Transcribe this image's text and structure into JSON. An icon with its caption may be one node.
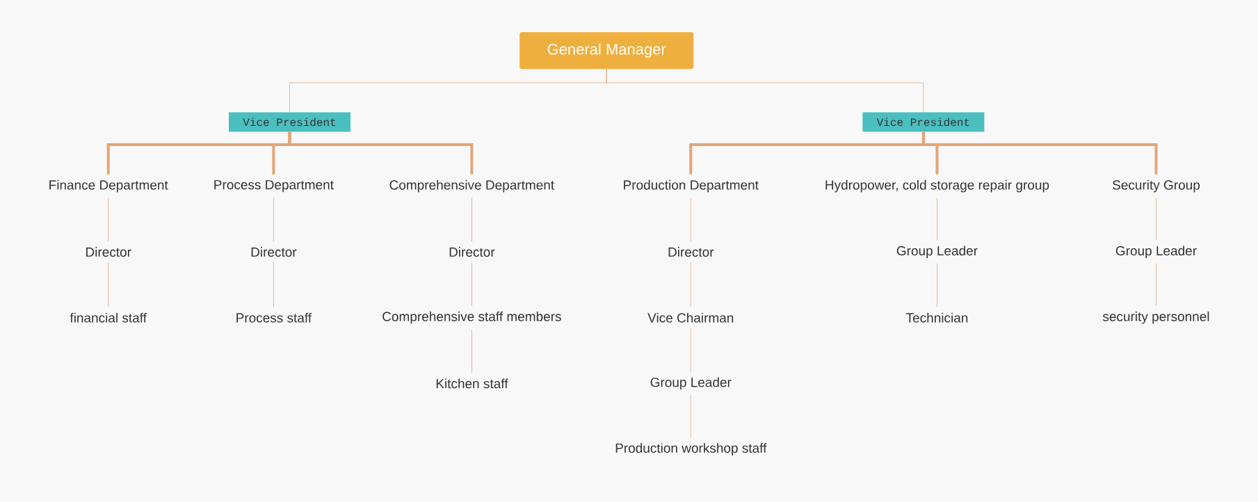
{
  "diagram": {
    "nodes": [
      {
        "text": [
          "General Manager"
        ]
      },
      {
        "text": [
          "Vice President"
        ]
      },
      {
        "text": [
          "Vice President"
        ]
      },
      {
        "text": [
          "Finance Department"
        ]
      },
      {
        "text": [
          "Director"
        ]
      },
      {
        "text": [
          "financial staff"
        ]
      },
      {
        "text": [
          "Process Department"
        ]
      },
      {
        "text": [
          "Director"
        ]
      },
      {
        "text": [
          "Process staff"
        ]
      },
      {
        "text": [
          "Comprehensive Department"
        ]
      },
      {
        "text": [
          "Director"
        ]
      },
      {
        "text": [
          "Comprehensive staff members"
        ]
      },
      {
        "text": [
          "Kitchen staff"
        ]
      },
      {
        "text": [
          "Production Department"
        ]
      },
      {
        "text": [
          "Director"
        ]
      },
      {
        "text": [
          "Vice Chairman"
        ]
      },
      {
        "text": [
          "Group Leader"
        ]
      },
      {
        "text": [
          "Production workshop staff"
        ]
      },
      {
        "text": [
          "Hydropower, cold storage repair group"
        ]
      },
      {
        "text": [
          "Group Leader"
        ]
      },
      {
        "text": [
          "Technician"
        ]
      },
      {
        "text": [
          "Security Group"
        ]
      },
      {
        "text": [
          "Group Leader"
        ]
      },
      {
        "text": [
          "security personnel"
        ]
      }
    ],
    "edges": [
      {
        "from": 0,
        "to": 1,
        "arrow": "none"
      },
      {
        "from": 0,
        "to": 2,
        "arrow": "none"
      },
      {
        "from": 1,
        "to": 3,
        "arrow": "none",
        "style": "thick"
      },
      {
        "from": 1,
        "to": 6,
        "arrow": "none",
        "style": "thick"
      },
      {
        "from": 1,
        "to": 9,
        "arrow": "none",
        "style": "thick"
      },
      {
        "from": 2,
        "to": 13,
        "arrow": "none",
        "style": "thick"
      },
      {
        "from": 2,
        "to": 18,
        "arrow": "none",
        "style": "thick"
      },
      {
        "from": 2,
        "to": 21,
        "arrow": "none",
        "style": "thick"
      },
      {
        "from": 3,
        "to": 4,
        "arrow": "none"
      },
      {
        "from": 4,
        "to": 5,
        "arrow": "none"
      },
      {
        "from": 6,
        "to": 7,
        "arrow": "none"
      },
      {
        "from": 7,
        "to": 8,
        "arrow": "none"
      },
      {
        "from": 9,
        "to": 10,
        "arrow": "none"
      },
      {
        "from": 10,
        "to": 11,
        "arrow": "none"
      },
      {
        "from": 11,
        "to": 12,
        "arrow": "none"
      },
      {
        "from": 13,
        "to": 14,
        "arrow": "none"
      },
      {
        "from": 14,
        "to": 15,
        "arrow": "none"
      },
      {
        "from": 15,
        "to": 16,
        "arrow": "none"
      },
      {
        "from": 16,
        "to": 17,
        "arrow": "none"
      },
      {
        "from": 18,
        "to": 19,
        "arrow": "none"
      },
      {
        "from": 19,
        "to": 20,
        "arrow": "none"
      },
      {
        "from": 21,
        "to": 22,
        "arrow": "none"
      },
      {
        "from": 22,
        "to": 23,
        "arrow": "none"
      }
    ]
  }
}
